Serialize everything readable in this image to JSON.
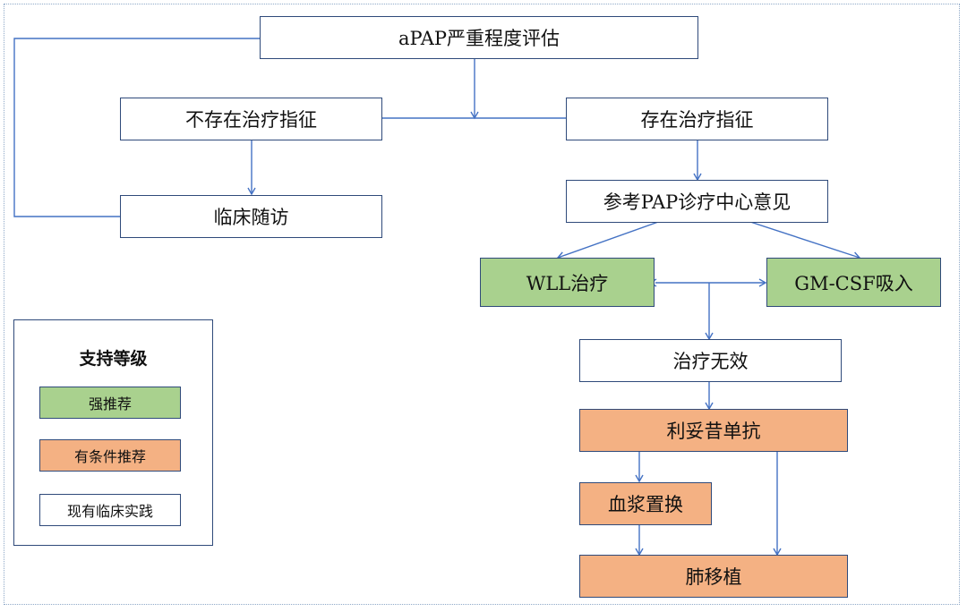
{
  "nodes": {
    "assess": "aPAP严重程度评估",
    "no_indication": "不存在治疗指征",
    "has_indication": "存在治疗指征",
    "followup": "临床随访",
    "consult": "参考PAP诊疗中心意见",
    "wll": "WLL治疗",
    "gmcsf": "GM-CSF吸入",
    "ineffective": "治疗无效",
    "rituximab": "利妥昔单抗",
    "plasma": "血浆置换",
    "transplant": "肺移植"
  },
  "legend": {
    "title": "支持等级",
    "items": [
      {
        "label": "强推荐",
        "color": "#a9d18e"
      },
      {
        "label": "有条件推荐",
        "color": "#f4b183"
      },
      {
        "label": "现有临床实践",
        "color": "#ffffff"
      }
    ]
  },
  "colors": {
    "line": "#4472c4",
    "border": "#2f4a7a",
    "strong": "#a9d18e",
    "conditional": "#f4b183"
  }
}
